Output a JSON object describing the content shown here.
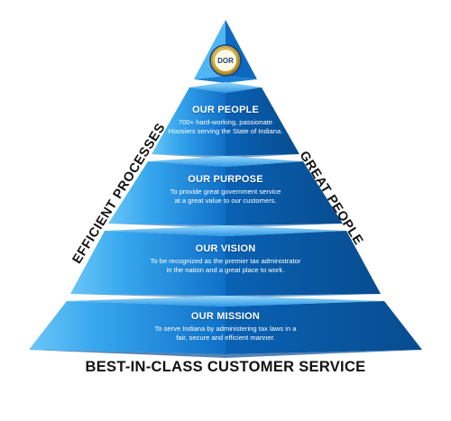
{
  "seal": {
    "abbreviation": "DOR",
    "rim_text": "INDIANA DEPARTMENT OF REVENUE"
  },
  "tiers": [
    {
      "title": "OUR PEOPLE",
      "description": "700+ hard-working, passionate\nHoosiers serving the State of Indiana."
    },
    {
      "title": "OUR PURPOSE",
      "description": "To provide great government service\nat a great value to our customers."
    },
    {
      "title": "OUR VISION",
      "description": "To be recognized as the premier tax administrator\nin the nation and a great place to work."
    },
    {
      "title": "OUR MISSION",
      "description": "To serve Indiana by administering tax laws in a\nfair, secure and efficient manner."
    }
  ],
  "left_label": "EFFICIENT PROCESSES",
  "right_label": "GREAT PEOPLE",
  "base_label": "BEST-IN-CLASS CUSTOMER SERVICE",
  "colors": {
    "tier_light": "#4db3f2",
    "tier_mid": "#1d8fe0",
    "tier_dark": "#0a5fb0",
    "side_shade": "#0b5aa6",
    "seal_gold": "#c9a227",
    "seal_navy": "#1f3f7a",
    "text_dark": "#111111"
  }
}
